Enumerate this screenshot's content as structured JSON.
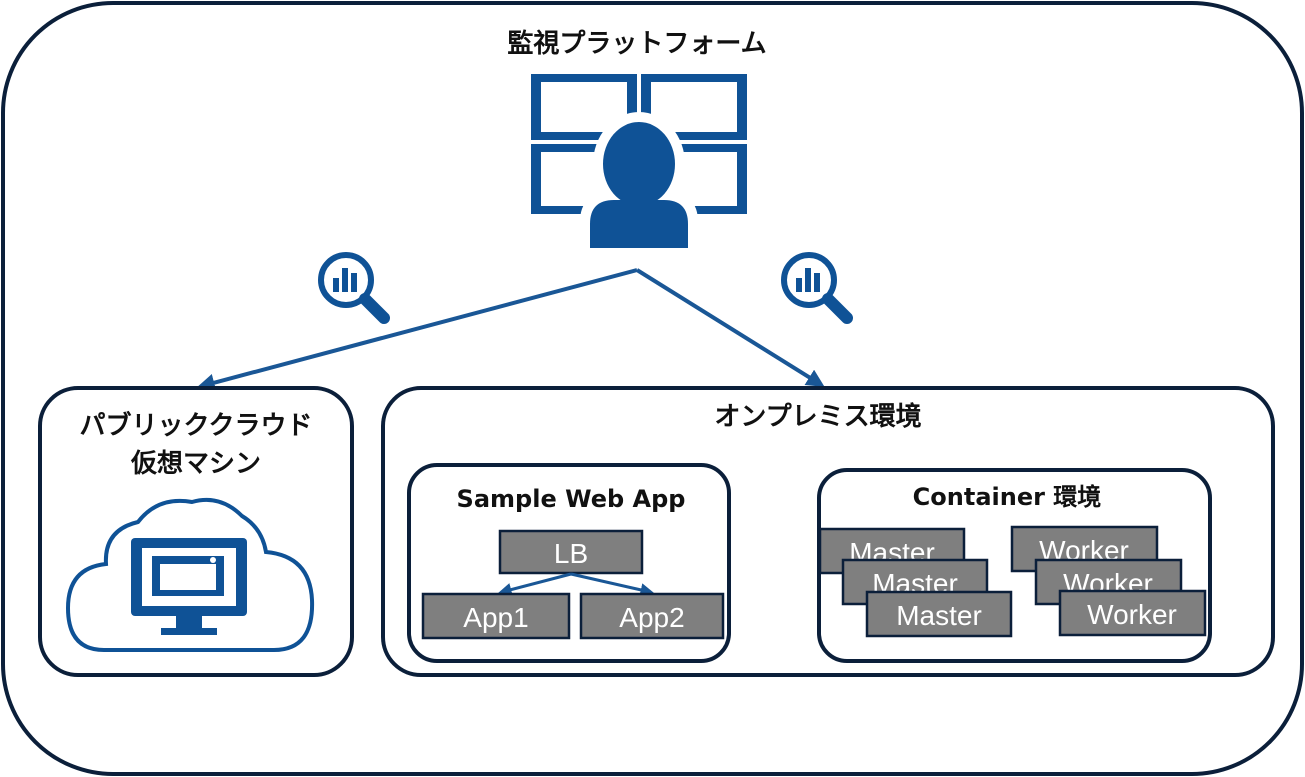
{
  "colors": {
    "frame": "#0b1f3a",
    "accent_blue": "#0f5296",
    "node_gray": "#7f7f7f",
    "node_text": "#ffffff"
  },
  "monitoring": {
    "title": "監視プラットフォーム",
    "icon": "monitoring-operator-icon",
    "analytics_icon": "magnifier-chart-icon"
  },
  "public_cloud": {
    "title_line1": "パブリッククラウド",
    "title_line2": "仮想マシン",
    "icon": "cloud-monitor-icon"
  },
  "onprem": {
    "title": "オンプレミス環境",
    "sample_app": {
      "title": "Sample Web App",
      "lb": "LB",
      "apps": [
        "App1",
        "App2"
      ]
    },
    "container": {
      "title": "Container 環境",
      "masters": [
        "Master",
        "Master",
        "Master"
      ],
      "workers": [
        "Worker",
        "Worker",
        "Worker"
      ]
    }
  }
}
